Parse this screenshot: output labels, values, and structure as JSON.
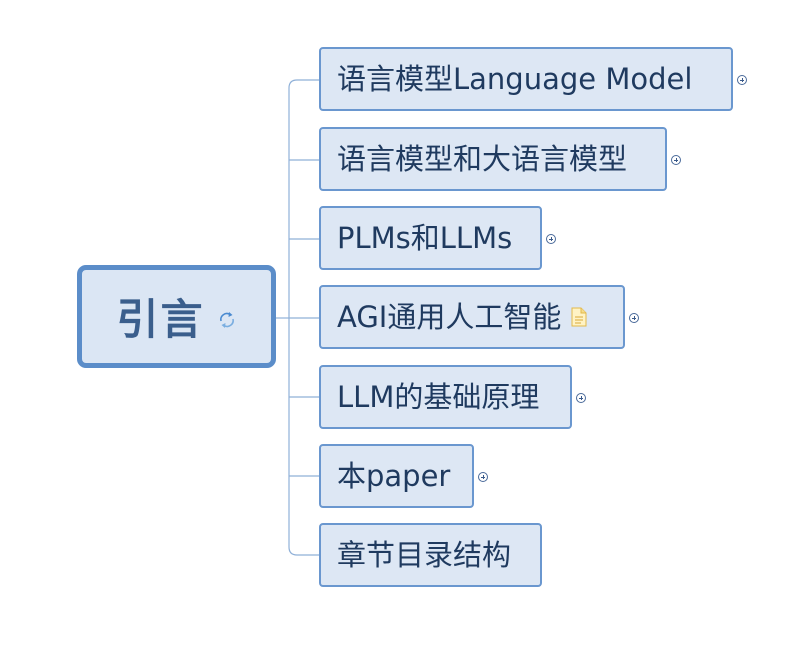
{
  "root": {
    "label": "引言",
    "icon": "refresh-arrow-icon"
  },
  "topics": [
    {
      "label": "语言模型Language Model",
      "has_expand": true,
      "has_note": false
    },
    {
      "label": "语言模型和大语言模型",
      "has_expand": true,
      "has_note": false
    },
    {
      "label": "PLMs和LLMs",
      "has_expand": true,
      "has_note": false
    },
    {
      "label": "AGI通用人工智能",
      "has_expand": true,
      "has_note": true
    },
    {
      "label": "LLM的基础原理",
      "has_expand": true,
      "has_note": false
    },
    {
      "label": "本paper",
      "has_expand": true,
      "has_note": false
    },
    {
      "label": "章节目录结构",
      "has_expand": false,
      "has_note": false
    }
  ],
  "colors": {
    "root_border": "#5b8dc9",
    "root_fill": "#dbe6f4",
    "topic_border": "#6a97cf",
    "topic_fill": "#dde7f4",
    "text": "#1f3a5f",
    "connector": "#8fb0d8"
  }
}
